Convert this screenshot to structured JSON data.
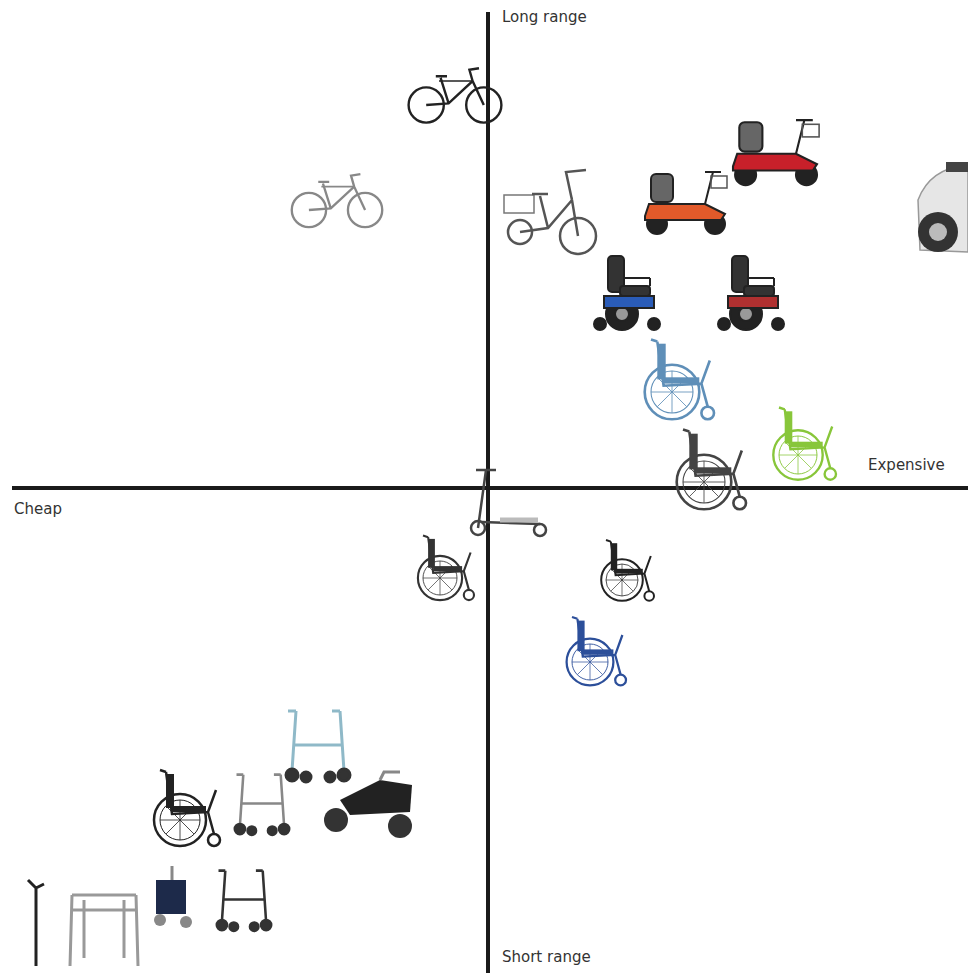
{
  "diagram": {
    "labels": [
      "Long range",
      "Expensive",
      "Cheap",
      "Short range"
    ]
  }
}
